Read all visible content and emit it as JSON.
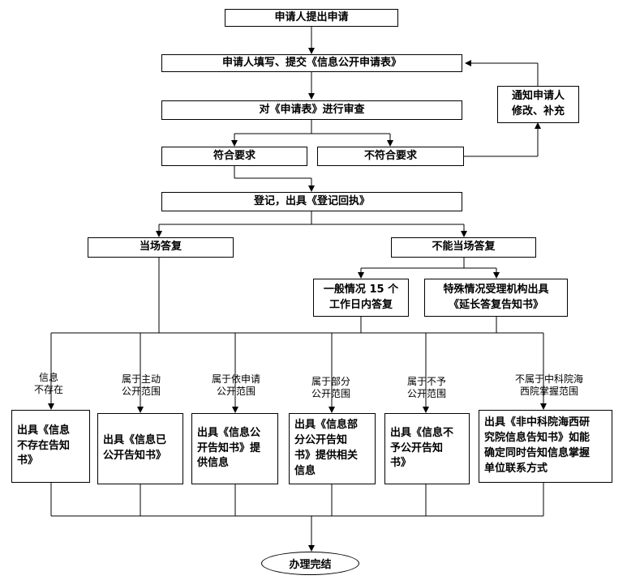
{
  "boxes": {
    "start": "申请人提出申请",
    "fill_submit": "申请人填写、提交《信息公开申请表》",
    "review": "对《申请表》进行审查",
    "meets": "符合要求",
    "not_meets": "不符合要求",
    "notify": "通知申请人\n修改、补充",
    "register": "登记，出具《登记回执》",
    "on_site": "当场答复",
    "not_on_site": "不能当场答复",
    "general": "一般情况 15 个\n工作日内答复",
    "special": "特殊情况受理机构出具\n《延长答复告知书》",
    "out_not_exist": "出具《信息\n不存在告知\n书》",
    "out_disclosed": "出具《信息已\n公开告知书》",
    "out_by_request": "出具《信息公\n开告知书》提\n供信息",
    "out_partial": "出具《信息部\n分公开告知\n书》提供相关\n信息",
    "out_not_disclose": "出具《信息不\n予公开告知\n书》",
    "out_not_institute": "出具《非中科院海西研\n究院信息告知书》如能\n确定同时告知信息掌握\n单位联系方式",
    "end": "办理完结"
  },
  "labels": {
    "not_exist": "信息\n不存在",
    "active": "属于主动\n公开范围",
    "by_request": "属于依申请\n公开范围",
    "partial": "属于部分\n公开范围",
    "not_disclose": "属于不予\n公开范围",
    "not_institute": "不属于中科院海\n西院掌握范围"
  }
}
